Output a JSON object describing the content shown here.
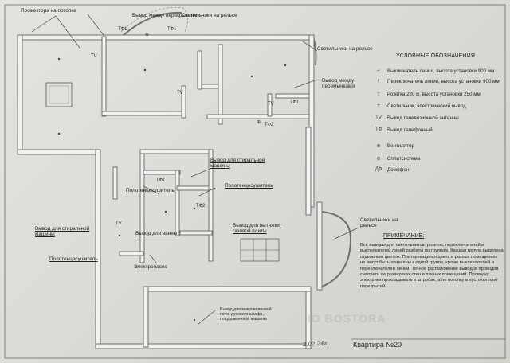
{
  "labels": {
    "projectors": "Прожектора на потолке",
    "between_beams_top": "Вывод между перекрытиями",
    "lights_on_rail_top": "Светильники на рельсе",
    "lights_on_rail_right": "Светильники на рельсе",
    "between_beams_right": "Вывод между перемычками",
    "washer_1": "Вывод для стиральной машины",
    "towel_1": "Полотенцесушитель",
    "towel_2": "Полотенцесушитель",
    "towel_3": "Полотенцесушитель",
    "washer_2": "Вывод для стиральной машины",
    "bath": "Вывод для ванны",
    "hood": "Вывод для вытяжки, газовой плиты",
    "pump": "Электронасос",
    "lights_on_rail_lower": "Светильники на рельсе",
    "microwave": "Вывод для микроволновой печи, духового шкафа, посудомоечной машины"
  },
  "symbols": {
    "tf": "ТФ1",
    "tf2": "ТФ2",
    "tv": "TV",
    "outlet": "⊕"
  },
  "legend": {
    "title": "УСЛОВНЫЕ ОБОЗНАЧЕНИЯ",
    "items": [
      {
        "icon": "⌐",
        "text": "Выключатель линии, высота установки 900 мм"
      },
      {
        "icon": "⫯",
        "text": "Переключатель линии, высота установки 900 мм"
      },
      {
        "icon": "⊤",
        "text": "Розетка 220 В, высота установки 250 мм"
      },
      {
        "icon": "+",
        "text": "Светильник, электрический вывод"
      },
      {
        "icon": "TV",
        "text": "Вывод телевизионной антенны"
      },
      {
        "icon": "ТФ",
        "text": "Вывод телефонный"
      },
      {
        "icon": "⊗",
        "text": "Вентилятор"
      },
      {
        "icon": "⊜",
        "text": "Сплитсистема"
      },
      {
        "icon": "ДФ",
        "text": "Домофон"
      }
    ]
  },
  "note": {
    "title": "ПРИМЕЧАНИЕ:",
    "body": "Все выводы для светильников, розеток, переключателей и выключателей линий разбиты по группам. Каждая группа выделена отдельным цветом. Повторяющиеся цвета в разных помещениях не могут быть отнесены к одной группе, кроме выключателей и переключателей линий. Точное расположение выводов проводов смотреть на развертках стен и планах помещений. Проводку электрики прокладывать в штробах, а по потолку в пустотах плит перекрытий."
  },
  "title_block": "Квартира №20",
  "handwritten": "2.02.24г.",
  "watermark": "IO BOSTORA"
}
